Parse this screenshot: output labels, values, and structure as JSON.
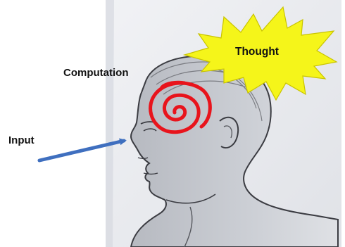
{
  "labels": {
    "computation": "Computation",
    "input": "Input",
    "thought": "Thought"
  },
  "colors": {
    "page_background": "#ffffff",
    "sketch_paper": "#e9ebef",
    "head_fill": "#c4c7cd",
    "head_outline": "#3b3c42",
    "spiral": "#e8141c",
    "arrow": "#3f6fbf",
    "burst_fill": "#f5f51a",
    "burst_outline": "#c9c400",
    "text": "#111111"
  },
  "icons": {
    "head": "head-profile-sketch",
    "spiral": "red-spiral",
    "arrow": "blue-arrow",
    "burst": "starburst"
  }
}
